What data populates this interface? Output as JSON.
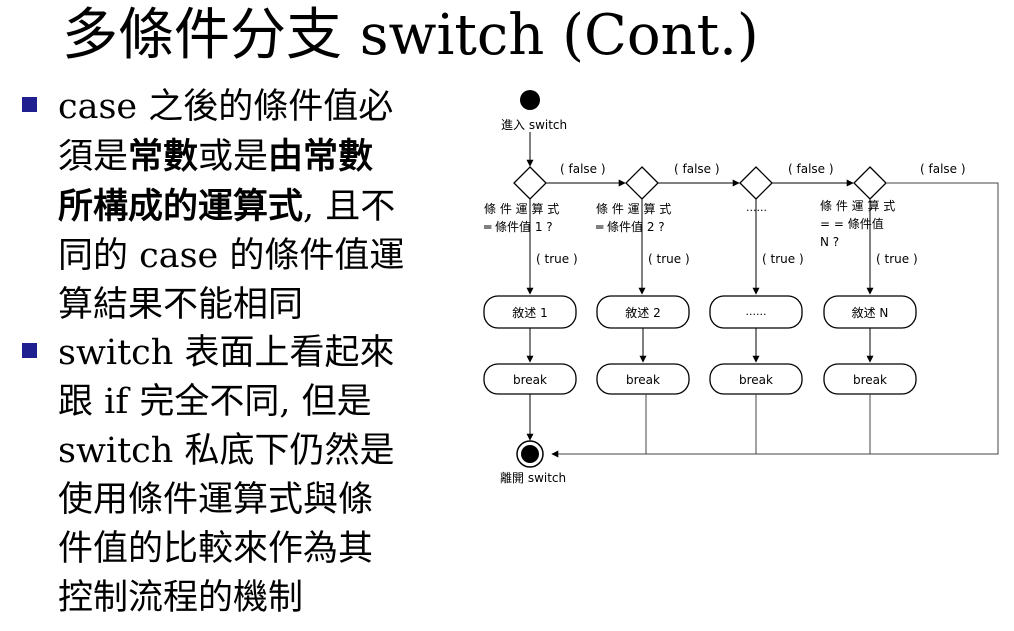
{
  "title": "多條件分支 switch (Cont.)",
  "bullets": [
    {
      "lines": [
        [
          {
            "text": "case 之後的條件值必"
          }
        ],
        [
          {
            "text": "須是"
          },
          {
            "text": "常數",
            "bold": true
          },
          {
            "text": "或是"
          },
          {
            "text": "由常數",
            "bold": true
          }
        ],
        [
          {
            "text": "所構成的運算式",
            "bold": true
          },
          {
            "text": ", 且不"
          }
        ],
        [
          {
            "text": "同的 case 的條件值運"
          }
        ],
        [
          {
            "text": "算結果不能相同"
          }
        ]
      ]
    },
    {
      "lines": [
        [
          {
            "text": "switch 表面上看起來"
          }
        ],
        [
          {
            "text": "跟 if 完全不同, 但是"
          }
        ],
        [
          {
            "text": "switch 私底下仍然是"
          }
        ],
        [
          {
            "text": "使用條件運算式與條"
          }
        ],
        [
          {
            "text": "件值的比較來作為其"
          }
        ],
        [
          {
            "text": "控制流程的機制"
          }
        ]
      ]
    }
  ],
  "flowchart": {
    "start_label": "進入 switch",
    "end_label": "離開 switch",
    "false_label": "( false )",
    "true_label": "( true )",
    "cases": [
      {
        "condition": [
          "條 件 運 算 式",
          "═ 條件值 1 ?"
        ],
        "statement": "敘述 1",
        "break_label": "break"
      },
      {
        "condition": [
          "條 件 運 算 式",
          "═ 條件值 2 ?"
        ],
        "statement": "敘述 2",
        "break_label": "break"
      },
      {
        "condition": [
          "......"
        ],
        "statement": "......",
        "break_label": "break"
      },
      {
        "condition": [
          "條 件 運 算 式",
          "= =      條件值",
          "N ?"
        ],
        "statement": "敘述  N",
        "break_label": "break"
      }
    ]
  }
}
